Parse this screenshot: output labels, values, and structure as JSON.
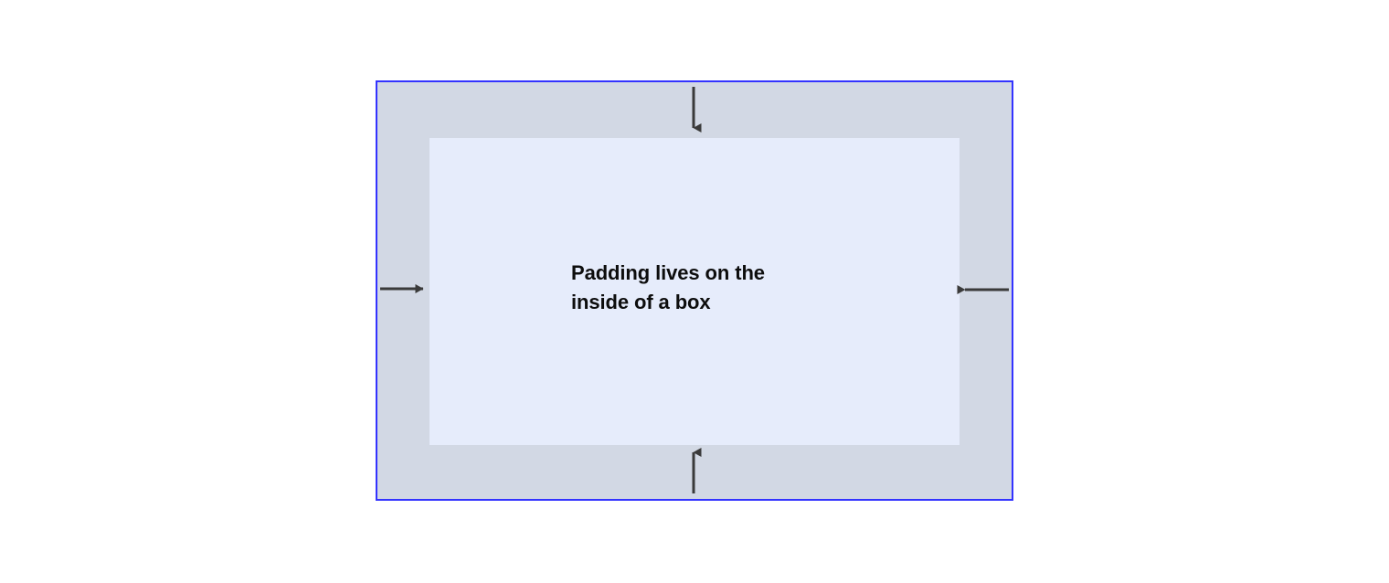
{
  "diagram": {
    "title_text": "Padding lives on the\ninside of a box",
    "outer_box": {
      "name": "padding-region",
      "border_color": "#3333ff",
      "fill_color": "#d2d8e4",
      "border_width": "2px"
    },
    "inner_box": {
      "name": "content-region",
      "fill_color": "#e6ecfb"
    },
    "arrows": {
      "color": "#3a3a3a",
      "top": {
        "direction": "down",
        "label": "padding-arrow-top"
      },
      "bottom": {
        "direction": "up",
        "label": "padding-arrow-bottom"
      },
      "left": {
        "direction": "right",
        "label": "padding-arrow-left"
      },
      "right": {
        "direction": "left",
        "label": "padding-arrow-right"
      }
    },
    "background_color": "#ffffff"
  }
}
